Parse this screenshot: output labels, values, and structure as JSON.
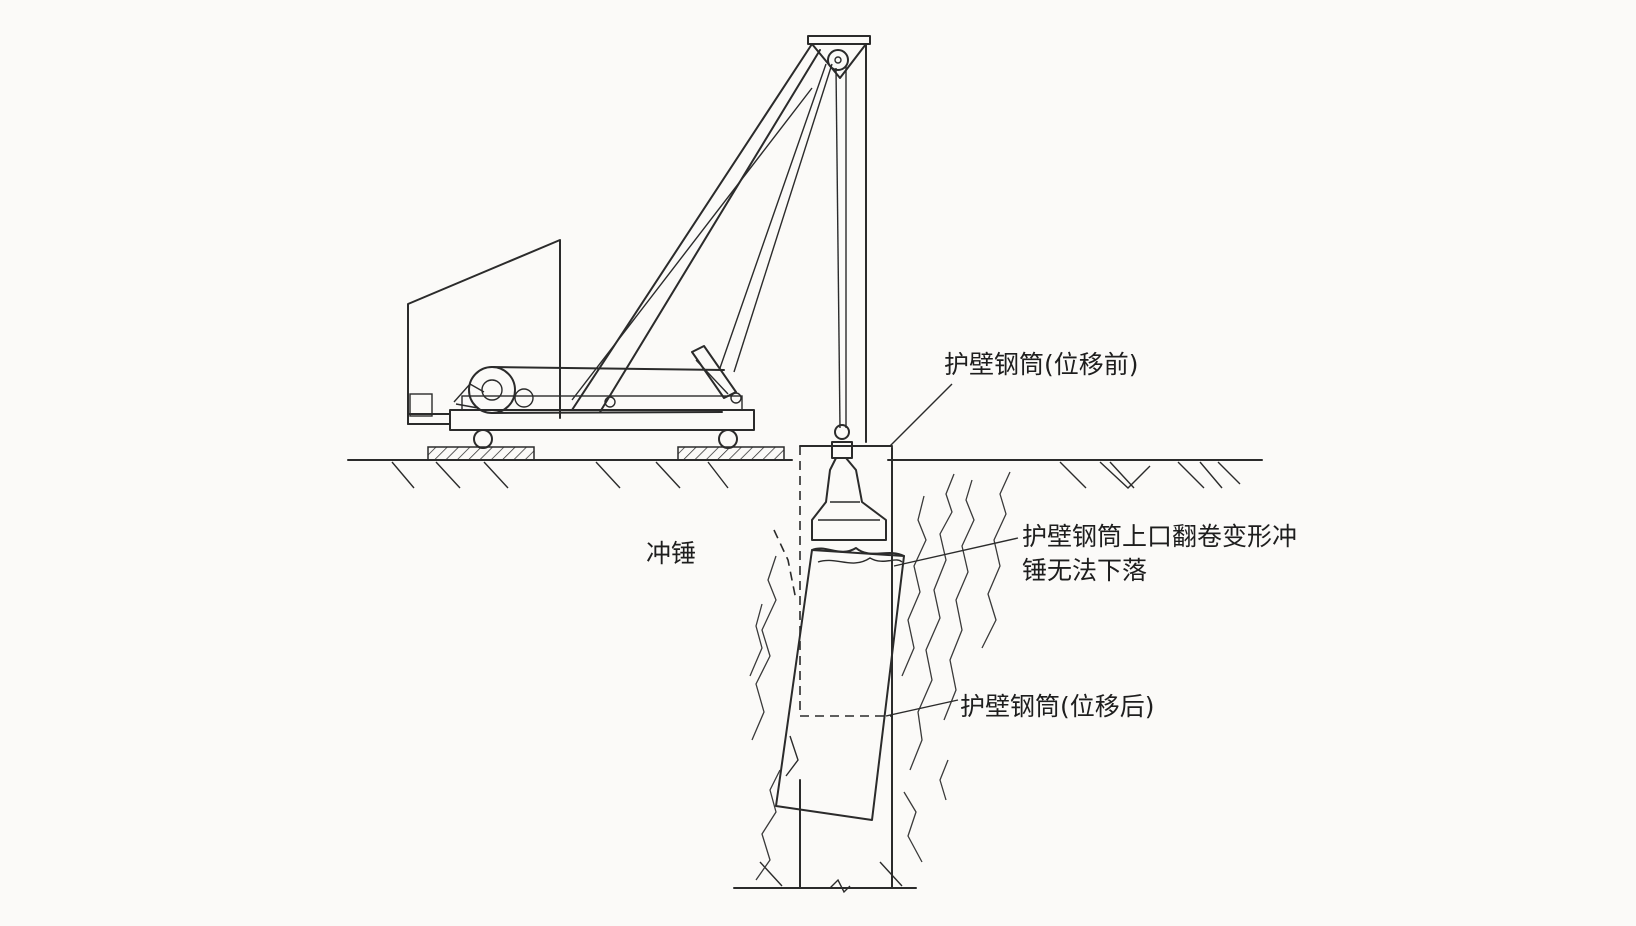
{
  "labels": {
    "casing_before": "护壁钢筒(位移前)",
    "hammer": "冲锤",
    "deformation_line1": "护壁钢筒上口翻卷变形冲",
    "deformation_line2": "锤无法下落",
    "casing_after": "护壁钢筒(位移后)"
  }
}
